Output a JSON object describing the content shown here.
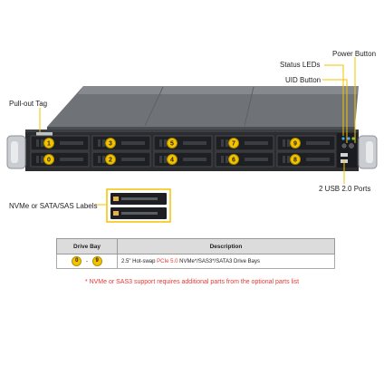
{
  "callouts": {
    "pull_out_tag": "Pull-out Tag",
    "status_leds": "Status LEDs",
    "power_button": "Power Button",
    "uid_button": "UID Button",
    "usb_ports": "2 USB 2.0 Ports",
    "nvme_labels": "NVMe or SATA/SAS Labels"
  },
  "bays": [
    {
      "num": "1",
      "color": "#f4c300"
    },
    {
      "num": "3",
      "color": "#f4c300"
    },
    {
      "num": "5",
      "color": "#f4c300"
    },
    {
      "num": "7",
      "color": "#f4c300"
    },
    {
      "num": "9",
      "color": "#f4c300"
    },
    {
      "num": "0",
      "color": "#f4c300"
    },
    {
      "num": "2",
      "color": "#f4c300"
    },
    {
      "num": "4",
      "color": "#f4c300"
    },
    {
      "num": "6",
      "color": "#f4c300"
    },
    {
      "num": "8",
      "color": "#f4c300"
    }
  ],
  "table": {
    "headers": [
      "Drive Bay",
      "Description"
    ],
    "row": {
      "bay_from": "0",
      "bay_sep": "-",
      "bay_to": "9",
      "desc_prefix": "2.5\" Hot-swap ",
      "desc_highlight": "PCIe 5.0",
      "desc_suffix": " NVMe*/SAS3*/SATA3 Drive Bays"
    }
  },
  "footnote": "* NVMe or SAS3 support requires additional parts from the optional parts list",
  "colors": {
    "chassis_top": "#6e7277",
    "bay_face": "#1d1f22",
    "accent_yellow": "#f4c300",
    "leader_line": "#f4c300",
    "highlight_red": "#e53935"
  }
}
